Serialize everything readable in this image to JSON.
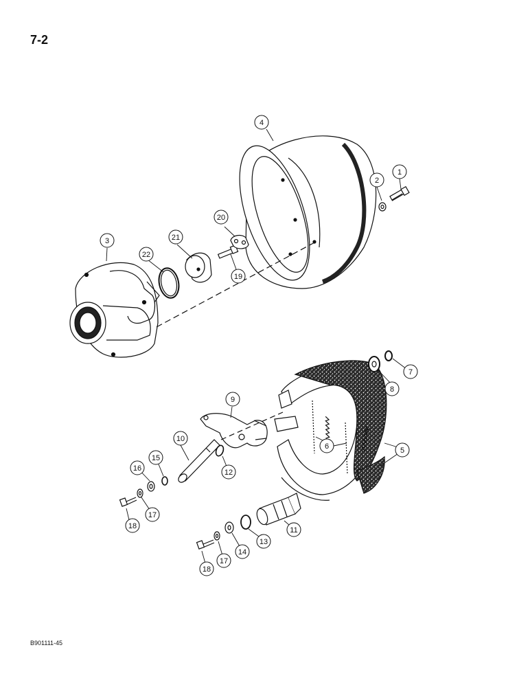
{
  "page_number": "7-2",
  "figure_code": "B901111-45",
  "callouts": [
    {
      "id": "c1",
      "label": "1"
    },
    {
      "id": "c2",
      "label": "2"
    },
    {
      "id": "c3",
      "label": "3"
    },
    {
      "id": "c4",
      "label": "4"
    },
    {
      "id": "c5",
      "label": "5"
    },
    {
      "id": "c6",
      "label": "6"
    },
    {
      "id": "c7",
      "label": "7"
    },
    {
      "id": "c8",
      "label": "8"
    },
    {
      "id": "c9",
      "label": "9"
    },
    {
      "id": "c10",
      "label": "10"
    },
    {
      "id": "c11",
      "label": "11"
    },
    {
      "id": "c12",
      "label": "12"
    },
    {
      "id": "c13",
      "label": "13"
    },
    {
      "id": "c14",
      "label": "14"
    },
    {
      "id": "c15",
      "label": "15"
    },
    {
      "id": "c16",
      "label": "16"
    },
    {
      "id": "c17a",
      "label": "17"
    },
    {
      "id": "c17b",
      "label": "17"
    },
    {
      "id": "c18a",
      "label": "18"
    },
    {
      "id": "c18b",
      "label": "18"
    },
    {
      "id": "c19",
      "label": "19"
    },
    {
      "id": "c20",
      "label": "20"
    },
    {
      "id": "c21",
      "label": "21"
    },
    {
      "id": "c22",
      "label": "22"
    }
  ]
}
